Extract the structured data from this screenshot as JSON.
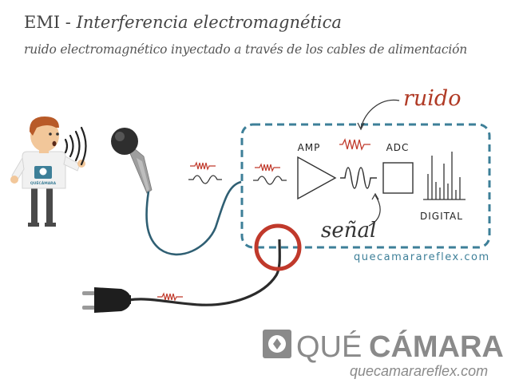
{
  "title_main": "EMI - ",
  "title_ital": "Interferencia electromagnética",
  "subtitle": "ruido electromagnético inyectado a través de los cables de alimentación",
  "labels": {
    "noise": "ruido",
    "signal": "señal",
    "amp": "AMP",
    "adc": "ADC",
    "digital": "DIGITAL",
    "site_small": "quecamarareflex.com"
  },
  "badge": {
    "text": "QUÉCÁMARA"
  },
  "logo": {
    "que": "QUÉ",
    "camara": "CÁMARA",
    "url": "quecamarareflex.com"
  },
  "colors": {
    "noise": "#c0392b",
    "border": "#3d7f98",
    "cable": "#2f5f73",
    "power_cable": "#2b2b2b",
    "ring": "#c0392b",
    "logo": "#8a8a8a"
  }
}
